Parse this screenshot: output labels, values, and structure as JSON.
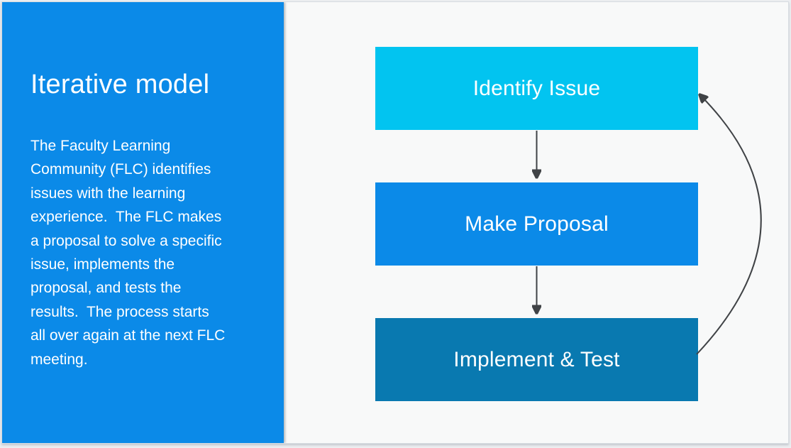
{
  "slide": {
    "canvas_background": "#f8f9f9",
    "left_panel": {
      "background": "#0b8ae8",
      "text_color": "#ffffff",
      "title": "Iterative model",
      "body": "The Faculty Learning\nCommunity (FLC) identifies\nissues with the learning\nexperience.  The FLC makes\na proposal to solve a specific\nissue, implements the\nproposal, and tests the\nresults.  The process starts\nall over again at the next FLC\nmeeting."
    },
    "diagram": {
      "arrow_color": "#404346",
      "nodes": [
        {
          "id": "identify-issue",
          "label": "Identify Issue",
          "color": "#02c4f0"
        },
        {
          "id": "make-proposal",
          "label": "Make Proposal",
          "color": "#0b8ae8"
        },
        {
          "id": "implement-test",
          "label": "Implement & Test",
          "color": "#0979b0"
        }
      ],
      "edges": [
        {
          "from": "identify-issue",
          "to": "make-proposal",
          "style": "straight-down"
        },
        {
          "from": "make-proposal",
          "to": "implement-test",
          "style": "straight-down"
        },
        {
          "from": "implement-test",
          "to": "identify-issue",
          "style": "curved-loop-back-right"
        }
      ]
    }
  }
}
